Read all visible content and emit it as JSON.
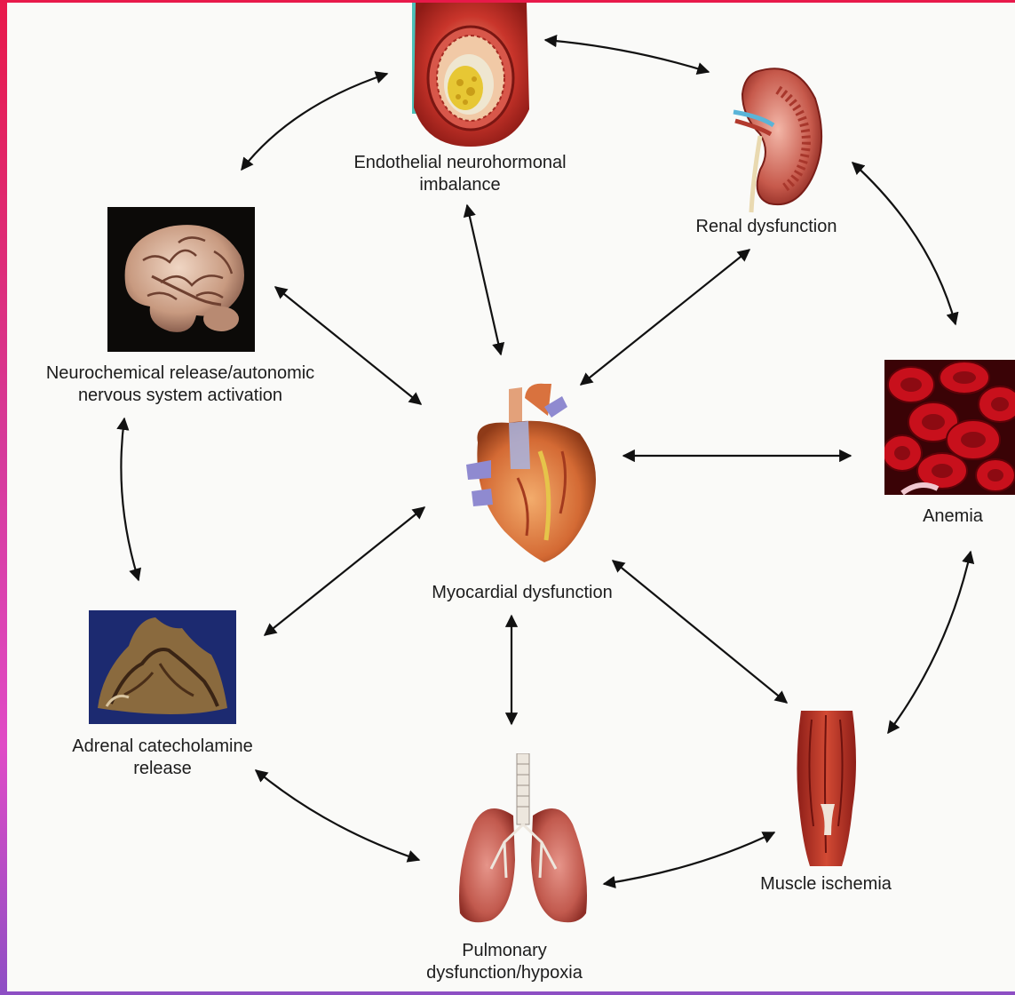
{
  "labels": {
    "endothelial": [
      "Endothelial neurohormonal",
      "imbalance"
    ],
    "renal": "Renal dysfunction",
    "neuro": [
      "Neurochemical release/autonomic",
      "nervous system activation"
    ],
    "anemia": "Anemia",
    "myocardial": "Myocardial dysfunction",
    "adrenal": [
      "Adrenal catecholamine",
      "release"
    ],
    "muscle": "Muscle ischemia",
    "pulmonary": [
      "Pulmonary",
      "dysfunction/hypoxia"
    ]
  },
  "colors": {
    "frame_top": "#e8194a",
    "frame_bottom": "#8d4fc4",
    "background": "#fafaf8",
    "arrow": "#111111"
  },
  "icons": {
    "vessel": "artery-cross-section-icon",
    "kidney": "kidney-icon",
    "brain": "brain-icon",
    "anemia": "red-blood-cells-icon",
    "heart": "heart-icon",
    "adrenal": "adrenal-gland-icon",
    "muscle": "muscle-icon",
    "lungs": "lungs-icon"
  }
}
